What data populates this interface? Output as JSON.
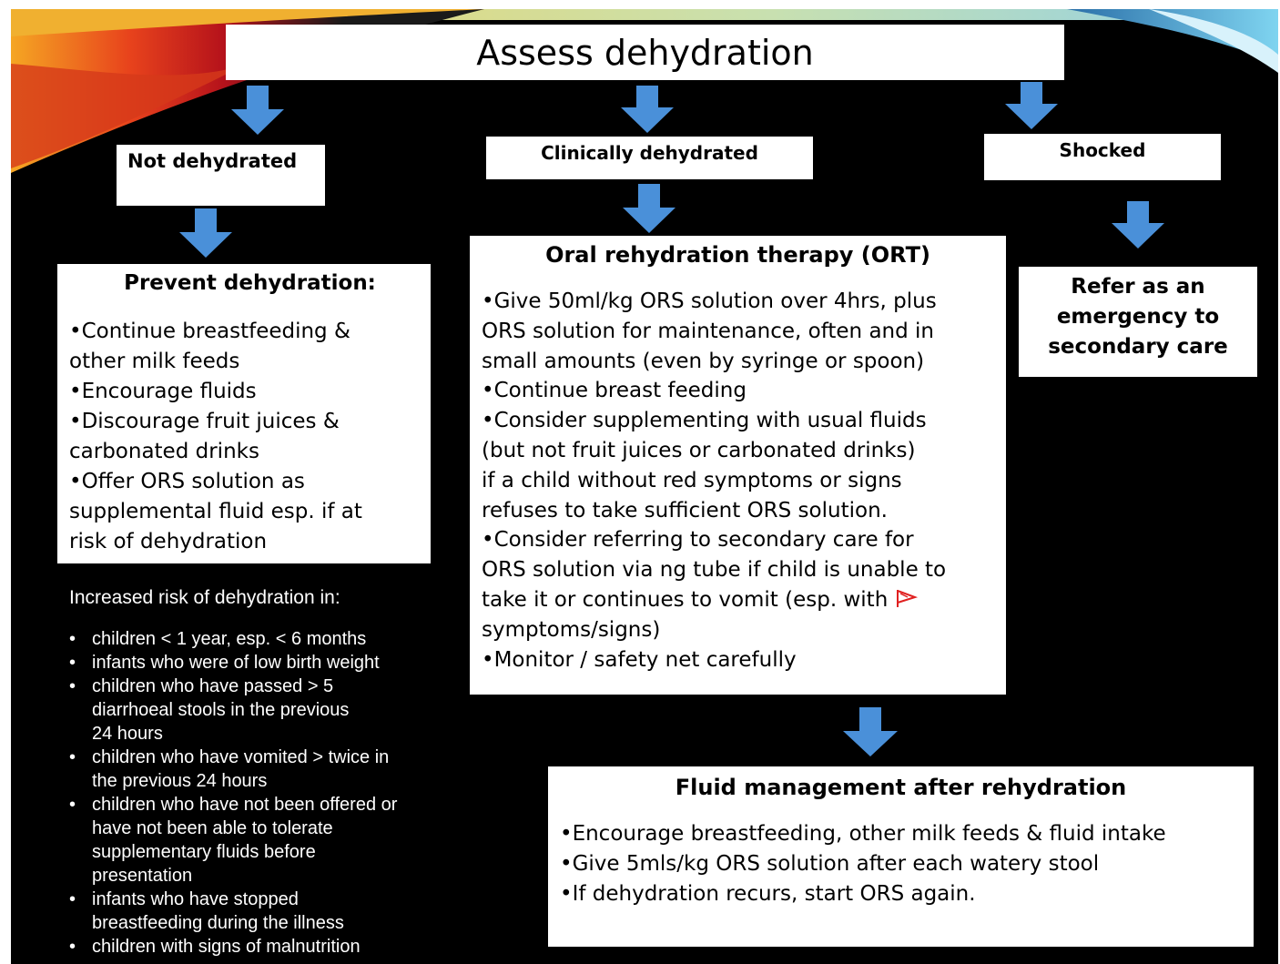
{
  "title": "Assess dehydration",
  "branches": {
    "not_dehydrated": "Not dehydrated",
    "clinically_dehydrated": "Clinically dehydrated",
    "shocked": "Shocked"
  },
  "prevent": {
    "heading": "Prevent dehydration:",
    "lines": [
      "•Continue breastfeeding &",
      "other milk feeds",
      "•Encourage fluids",
      "•Discourage fruit juices &",
      "carbonated drinks",
      "•Offer ORS solution as",
      "supplemental fluid esp. if at",
      "risk of dehydration"
    ]
  },
  "ort": {
    "heading": "Oral rehydration therapy (ORT)",
    "lines": [
      "•Give 50ml/kg ORS solution over 4hrs, plus",
      "ORS solution for maintenance, often and in",
      "small amounts (even by syringe or spoon)",
      "•Continue breast feeding",
      "•Consider supplementing with usual fluids",
      "(but not fruit juices or carbonated drinks)",
      "if a child without red symptoms or signs",
      "refuses to take sufficient ORS solution.",
      "•Consider referring to secondary care for",
      "ORS solution via ng tube if child is unable to",
      "take it or continues to vomit (esp. with",
      "symptoms/signs)",
      "•Monitor / safety net carefully"
    ],
    "flag_icon": "red-flag-icon"
  },
  "refer": {
    "lines": [
      "Refer as an",
      "emergency to",
      "secondary care"
    ]
  },
  "fluid": {
    "heading": "Fluid management after rehydration",
    "lines": [
      "•Encourage breastfeeding, other milk feeds & fluid intake",
      "•Give 5mls/kg ORS solution after each watery stool",
      "•If dehydration recurs, start ORS again."
    ]
  },
  "risk": {
    "heading": "Increased risk of dehydration in:",
    "items": [
      [
        "children < 1 year, esp. < 6 months"
      ],
      [
        "infants who were of low birth weight"
      ],
      [
        "children who have passed > 5",
        "diarrhoeal stools in the previous",
        "24 hours"
      ],
      [
        "children who have vomited > twice in",
        "the previous 24 hours"
      ],
      [
        "children who have not been offered or",
        "have not been able to tolerate",
        "supplementary fluids before",
        "presentation"
      ],
      [
        "infants who have stopped",
        "breastfeeding during the illness"
      ],
      [
        "children with signs of malnutrition"
      ]
    ]
  },
  "colors": {
    "arrow": "#4a90d9",
    "background": "#000000",
    "box": "#ffffff",
    "flag": "#e02020"
  }
}
